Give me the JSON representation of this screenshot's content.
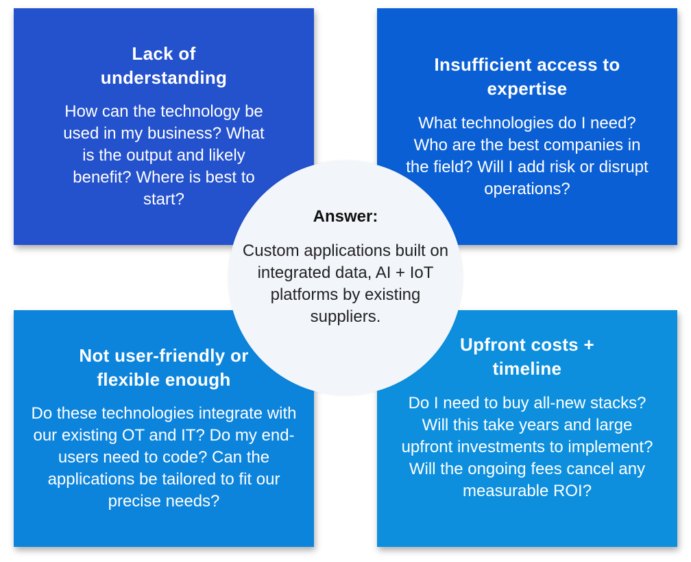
{
  "quadrants": {
    "top_left": {
      "title": "Lack of understanding",
      "body": "How can the technology be used in my business? What is the output and likely benefit? Where is best to start?",
      "color": "#2451cc"
    },
    "top_right": {
      "title": "Insufficient access to expertise",
      "body": "What technologies do I need? Who are the best companies in the field? Will I add risk or disrupt operations?",
      "color": "#0a5fd5"
    },
    "bottom_left": {
      "title": "Not user-friendly or flexible enough",
      "body": "Do these technologies integrate with our existing OT and IT? Do my end-users need to code? Can the applications be tailored to fit our precise needs?",
      "color": "#0d84dc"
    },
    "bottom_right": {
      "title": "Upfront costs + timeline",
      "body": "Do I need to buy all-new stacks? Will this take years and large upfront investments to implement? Will the ongoing fees cancel any measurable ROI?",
      "color": "#0d8fde"
    }
  },
  "center": {
    "title": "Answer:",
    "body": "Custom applications built on integrated data, AI + IoT platforms by existing suppliers.",
    "color": "#f2f5fa"
  }
}
